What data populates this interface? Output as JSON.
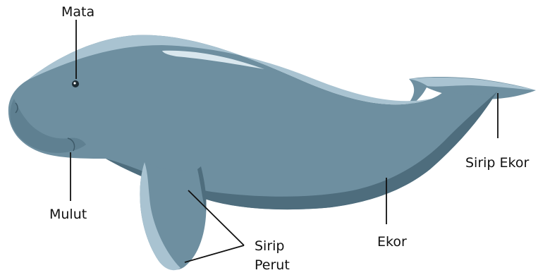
{
  "diagram": {
    "subject": "dugong",
    "labels": {
      "mata": "Mata",
      "mulut": "Mulut",
      "sirip_perut": [
        "Sirip",
        "Perut"
      ],
      "ekor": "Ekor",
      "sirip_ekor": "Sirip Ekor"
    },
    "colors": {
      "body": "#6e8fa0",
      "belly_shadow": "#4e6d7d",
      "highlight": "#a9c3d1",
      "highlight_bright": "#d9e7ee",
      "leader_line": "#111111"
    }
  }
}
